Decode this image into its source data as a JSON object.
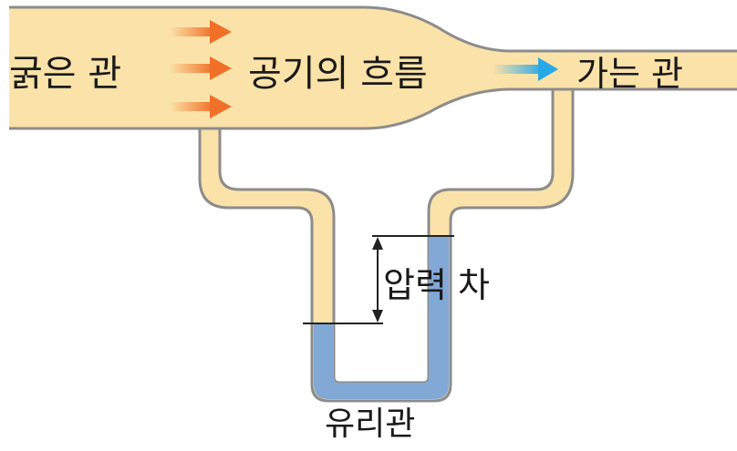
{
  "labels": {
    "thick_pipe": "굵은 관",
    "air_flow": "공기의 흐름",
    "thin_pipe": "가는 관",
    "pressure_difference": "압력 차",
    "glass_tube": "유리관"
  },
  "colors": {
    "pipe_fill": "#fbe2a8",
    "pipe_outline": "#8c8c8c",
    "liquid": "#82a8d6",
    "arrow_orange": "#f07028",
    "arrow_blue": "#29a8e6",
    "text": "#1a1a1a"
  }
}
